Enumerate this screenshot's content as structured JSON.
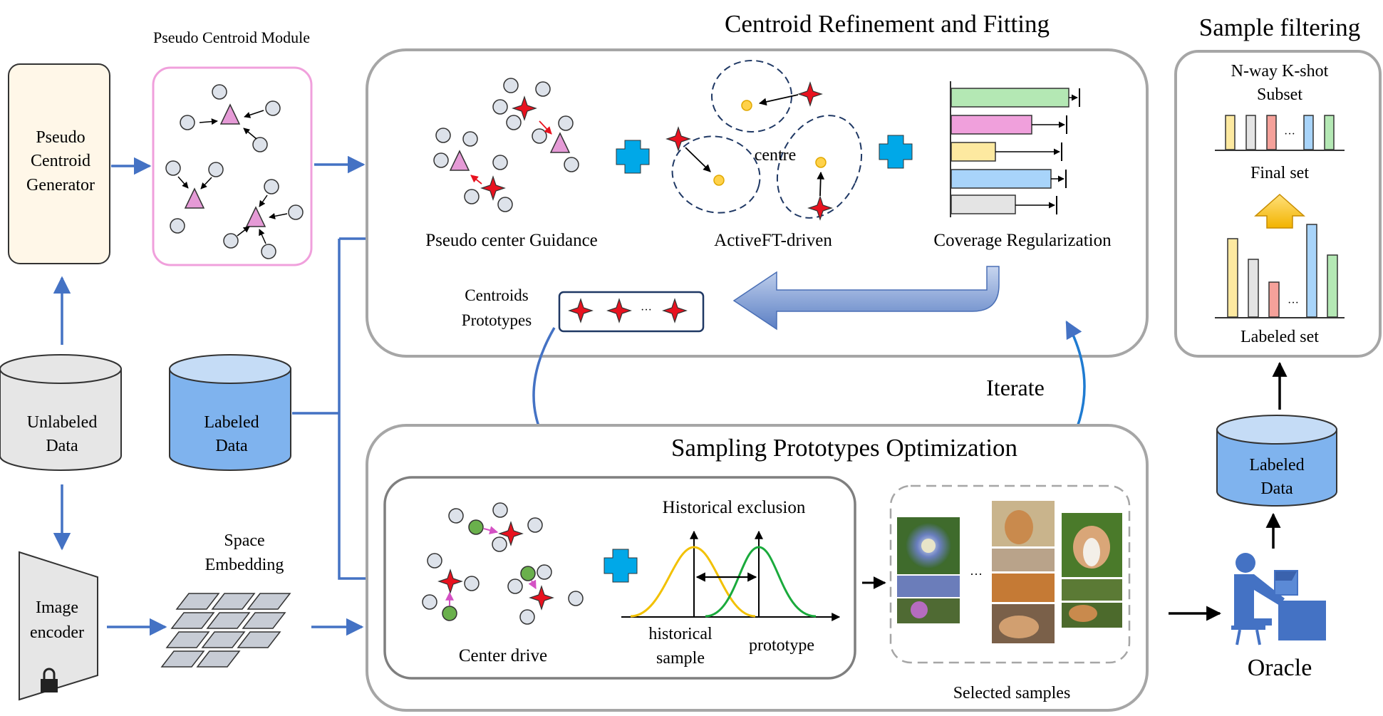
{
  "pseudo_module": {
    "title": "Pseudo Centroid Module",
    "generator_lines": [
      "Pseudo",
      "Centroid",
      "Generator"
    ]
  },
  "unlabeled_data": {
    "lines": [
      "Unlabeled",
      "Data"
    ]
  },
  "labeled_data": {
    "lines": [
      "Labeled",
      "Data"
    ]
  },
  "image_encoder": {
    "lines": [
      "Image",
      "encoder"
    ]
  },
  "space_embedding": {
    "lines": [
      "Space",
      "Embedding"
    ]
  },
  "refinement": {
    "title": "Centroid Refinement and Fitting",
    "pseudo_center_guidance": "Pseudo center Guidance",
    "activeft_driven": "ActiveFT-driven",
    "centre_label": "centre",
    "coverage_regularization": "Coverage Regularization",
    "centroids_prototypes_lines": [
      "Centroids",
      "Prototypes"
    ],
    "ellipsis": "···"
  },
  "iterate_label": "Iterate",
  "sampling": {
    "title": "Sampling Prototypes Optimization",
    "center_drive": "Center drive",
    "historical_exclusion": "Historical exclusion",
    "historical_sample_lines": [
      "historical",
      "sample"
    ],
    "prototype_label": "prototype",
    "selected_samples": "Selected samples",
    "ellipsis": "···"
  },
  "sample_filtering": {
    "title": "Sample filtering",
    "subset_lines": [
      "N-way K-shot",
      "Subset"
    ],
    "final_set": "Final set",
    "labeled_set": "Labeled set",
    "ellipsis": "···"
  },
  "labeled_data_right": {
    "lines": [
      "Labeled",
      "Data"
    ]
  },
  "oracle_label": "Oracle",
  "colors": {
    "green": "#b4e8b4",
    "pink": "#f0a0dc",
    "yellow": "#fde9a0",
    "blue": "#a8d4fa",
    "gray": "#e4e4e4",
    "salmon": "#f5a19a",
    "flow_arrow": "#4472c4",
    "star_red": "#e8121f",
    "triangle_pink": "#e59ad6",
    "node_gray": "#dde2ea"
  }
}
